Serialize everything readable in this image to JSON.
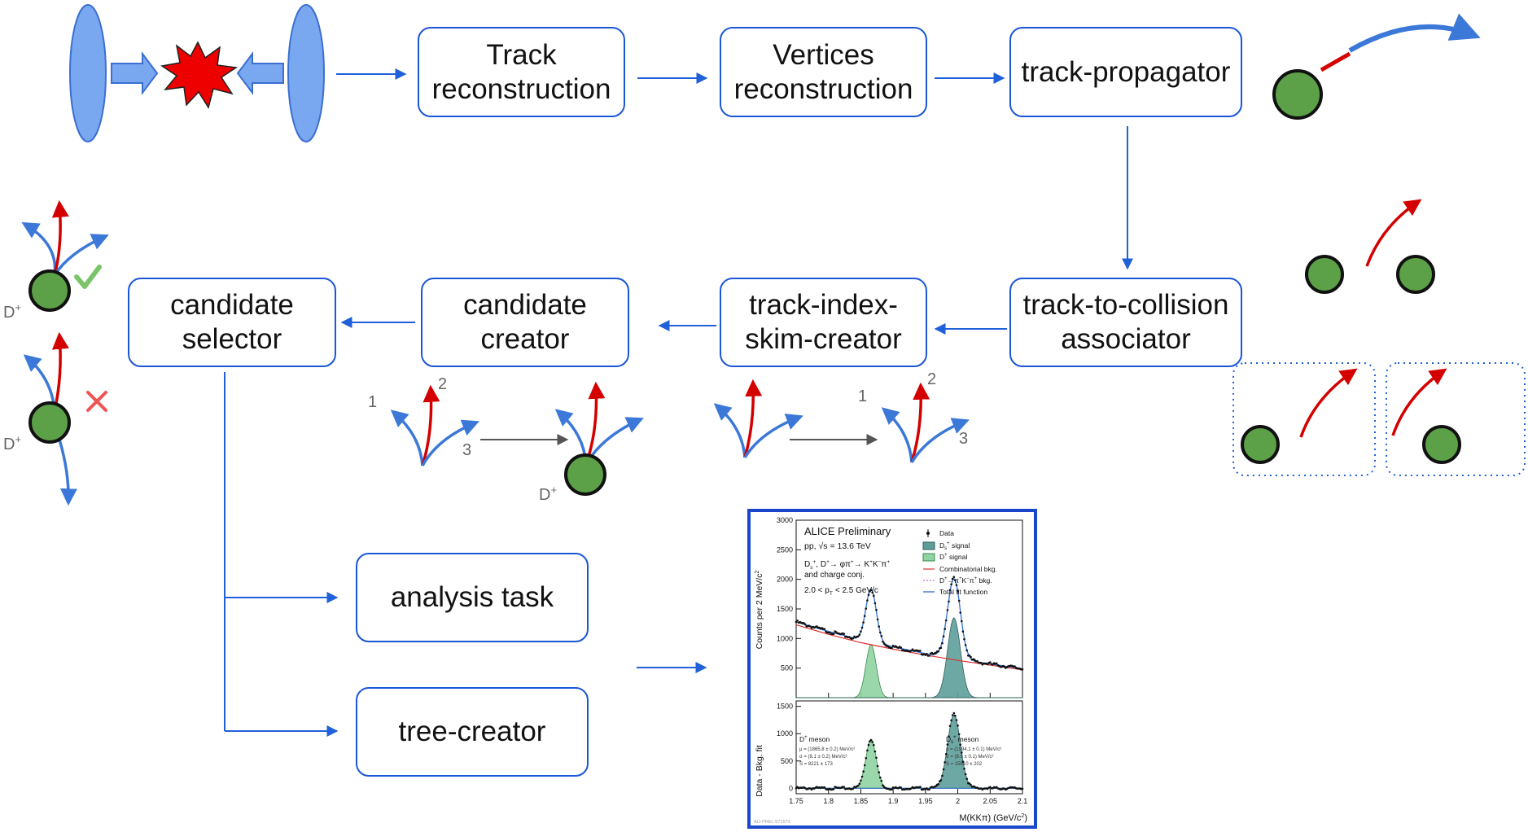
{
  "boxes": {
    "track_reconstruction": "Track\nreconstruction",
    "vertices_reconstruction": "Vertices\nreconstruction",
    "track_propagator": "track-propagator",
    "track_to_collision": "track-to-collision\nassociator",
    "track_index_skim": "track-index-\nskim-creator",
    "candidate_creator": "candidate\ncreator",
    "candidate_selector": "candidate\nselector",
    "analysis_task": "analysis task",
    "tree_creator": "tree-creator"
  },
  "labels": {
    "dplus": "D",
    "dplus_sup": "+",
    "n1": "1",
    "n2": "2",
    "n3": "3"
  },
  "status_icons": {
    "accepted": "check-icon",
    "rejected": "cross-icon"
  },
  "colors": {
    "box_border": "#1a56d6",
    "arrow": "#2060d8",
    "track_blue": "#3b78d8",
    "track_red": "#d40000",
    "vertex_green": "#5ca048",
    "beam": "#7aa8f0",
    "collision": "#ee0000"
  },
  "plot": {
    "header": "ALICE Preliminary",
    "system": "pp, √s = 13.6 TeV",
    "decay_line1": "D",
    "decay_line1b": ", D",
    "decay_line1c": "→ φπ",
    "decay_line1d": "→ K",
    "decay_line1e": "K",
    "decay_line1f": "π",
    "decay_line2": "and charge conj.",
    "pt_range": "2.0 < p",
    "pt_range_b": "< 2.5 GeV/c",
    "legend": [
      "Data",
      "D",
      "D",
      "Combinatorial bkg.",
      "D",
      "Total fit function"
    ],
    "legend_suffix": [
      " ",
      " signal",
      " signal",
      "",
      "→π",
      ""
    ],
    "ylabel_top": "Counts per 2 MeV/c",
    "ylabel_bottom": "Data - Bkg. fit",
    "xlabel": "M(KKπ) (GeV/c",
    "dplus_label": "D",
    "dplus_meson": "meson",
    "ds_label": "D",
    "ds_meson": "meson",
    "dplus_fit": [
      "μ = (1865.8 ± 0.2) MeV/c²",
      "σ = (8.1 ± 0.2) MeV/c²",
      "S = 8221 ± 173"
    ],
    "ds_fit": [
      "μ = (1994.1 ± 0.1) MeV/c²",
      "σ = (9.9 ± 0.1) MeV/c²",
      "S = 15810 ± 202"
    ],
    "watermark": "ALI-PREL-571573"
  },
  "chart_data": {
    "type": "scatter",
    "title": "",
    "xlabel": "M(KKπ) (GeV/c²)",
    "ylabel": "Counts per 2 MeV/c²",
    "xlim": [
      1.75,
      2.1
    ],
    "ylim": [
      0,
      3000
    ],
    "x_ticks": [
      "1.75",
      "1.8",
      "1.85",
      "1.9",
      "1.95",
      "2",
      "2.05",
      "2.1"
    ],
    "y_ticks": [
      "500",
      "1000",
      "1500",
      "2000",
      "2500",
      "3000"
    ],
    "y_ticks_bottom": [
      "0",
      "500",
      "1000",
      "1500"
    ],
    "ylim_bottom": [
      -100,
      1600
    ],
    "peaks": [
      {
        "name": "D+ signal",
        "mean": 1.8658,
        "sigma": 0.0081,
        "height": 900
      },
      {
        "name": "Ds signal",
        "mean": 1.9941,
        "sigma": 0.0099,
        "height": 1350
      }
    ],
    "background": {
      "x": [
        1.75,
        1.8,
        1.85,
        1.9,
        1.95,
        2.0,
        2.05,
        2.1
      ],
      "y": [
        1280,
        1120,
        975,
        860,
        745,
        650,
        570,
        490
      ]
    },
    "combinatorial": {
      "x": [
        1.75,
        1.8,
        1.85,
        1.9,
        1.95,
        2.0,
        2.05,
        2.1
      ],
      "y": [
        1230,
        1070,
        930,
        820,
        720,
        630,
        550,
        470
      ]
    }
  }
}
